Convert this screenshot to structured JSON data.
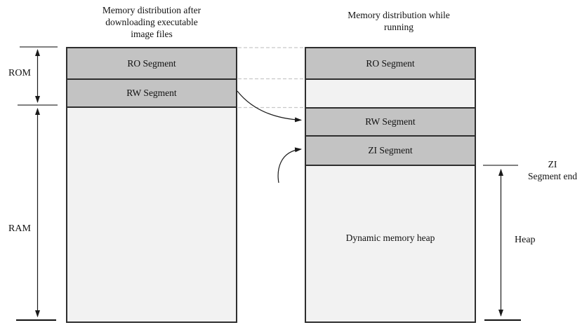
{
  "diagram": {
    "titles": {
      "left": "Memory distribution after\ndownloading executable\nimage files",
      "right": "Memory distribution while\nrunning"
    },
    "left_column": {
      "segments": [
        {
          "label": "RO Segment"
        },
        {
          "label": "RW Segment"
        },
        {
          "label": ""
        }
      ]
    },
    "right_column": {
      "segments": [
        {
          "label": "RO Segment"
        },
        {
          "label": ""
        },
        {
          "label": "RW Segment"
        },
        {
          "label": "ZI Segment"
        },
        {
          "label": "Dynamic memory heap"
        }
      ]
    },
    "side_labels": {
      "rom": "ROM",
      "ram": "RAM",
      "zi_end": "ZI\nSegment end",
      "heap": "Heap"
    },
    "colors": {
      "segment_dark": "#c3c3c3",
      "segment_light": "#f2f2f2",
      "border": "#2e2e2e",
      "arrow": "#1a1a1a",
      "tick_gray": "#808080",
      "dashed": "#c8c8c8"
    }
  }
}
